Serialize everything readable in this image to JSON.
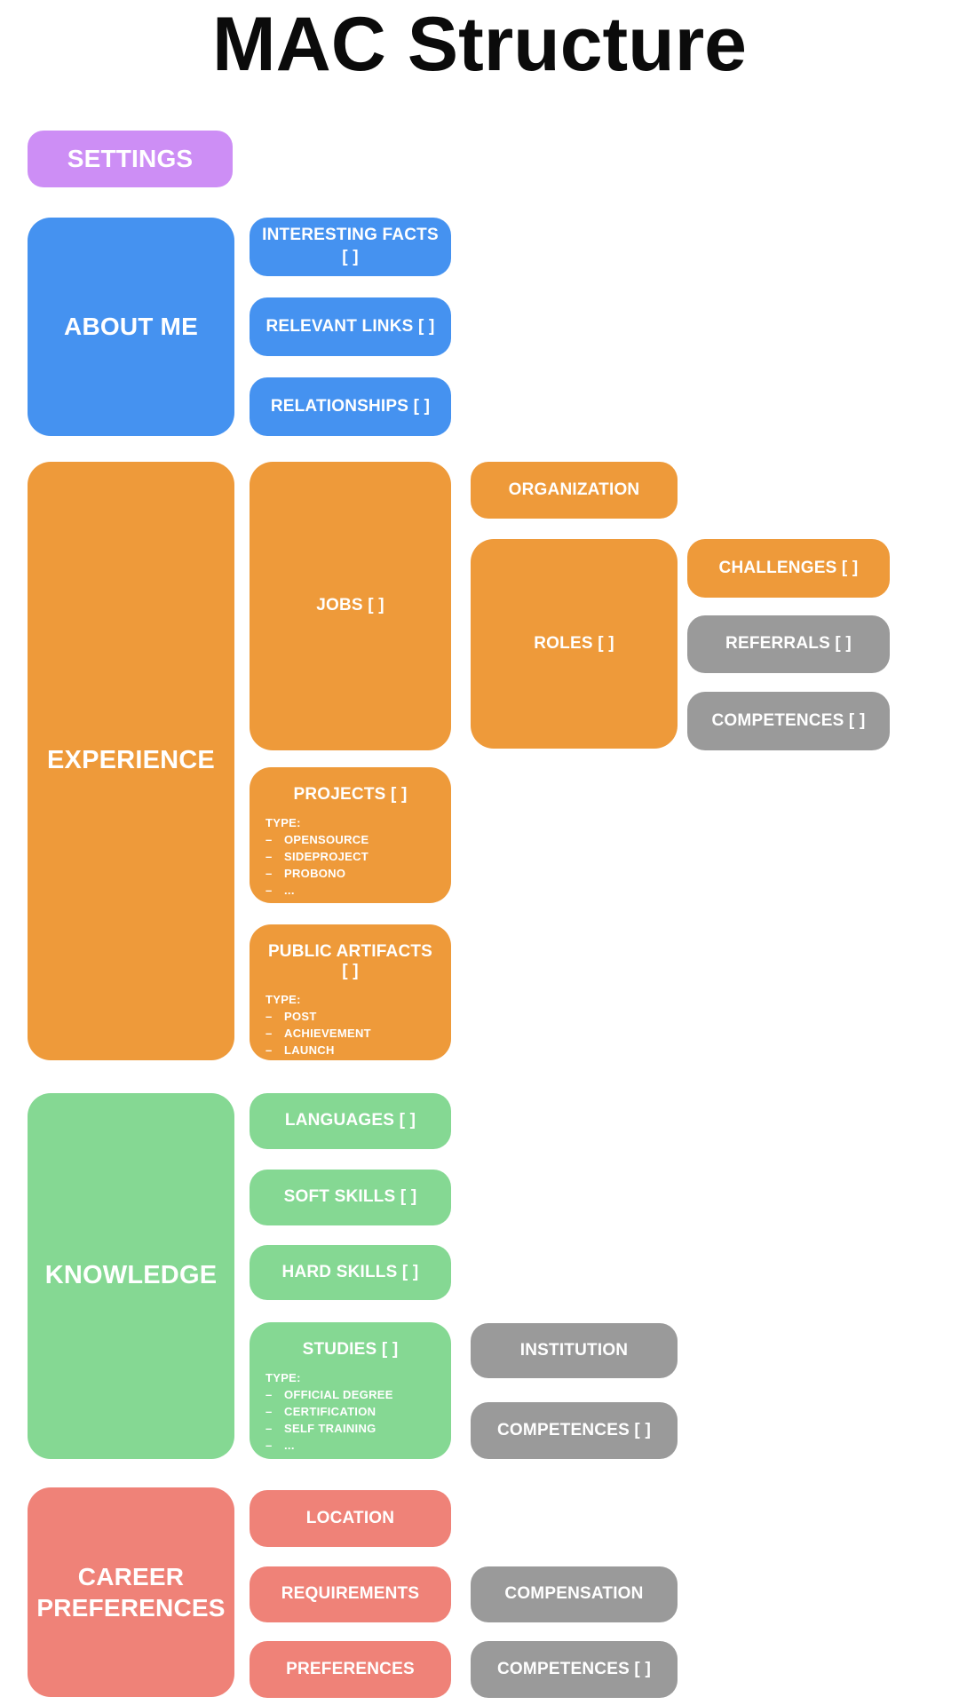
{
  "title": "MAC Structure",
  "ui": {
    "dash": "–"
  },
  "palette": {
    "purple": "#cd8ef5",
    "blue": "#4592f0",
    "orange": "#ee9a3a",
    "green": "#85d893",
    "salmon": "#ef8278",
    "gray": "#9a9a9a",
    "box_text": "#ffffff",
    "title_text": "#0b0b0b",
    "background": "#ffffff"
  },
  "nodes": {
    "settings": {
      "label": "SETTINGS"
    },
    "about_me": {
      "label": "ABOUT ME"
    },
    "interesting_facts": {
      "label": "INTERESTING FACTS [ ]"
    },
    "relevant_links": {
      "label": "RELEVANT LINKS [ ]"
    },
    "relationships": {
      "label": "RELATIONSHIPS [ ]"
    },
    "experience": {
      "label": "EXPERIENCE"
    },
    "jobs": {
      "label": "JOBS [ ]"
    },
    "projects": {
      "label": "PROJECTS [ ]",
      "type_label": "TYPE:",
      "type_items": [
        "OPENSOURCE",
        "SIDEPROJECT",
        "PROBONO",
        "..."
      ]
    },
    "public_artifacts": {
      "label": "PUBLIC ARTIFACTS [ ]",
      "type_label": "TYPE:",
      "type_items": [
        "POST",
        "ACHIEVEMENT",
        "LAUNCH",
        "..."
      ]
    },
    "organization": {
      "label": "ORGANIZATION"
    },
    "roles": {
      "label": "ROLES [ ]"
    },
    "challenges": {
      "label": "CHALLENGES [ ]"
    },
    "referrals": {
      "label": "REFERRALS [ ]"
    },
    "competences_experience": {
      "label": "COMPETENCES [ ]"
    },
    "knowledge": {
      "label": "KNOWLEDGE"
    },
    "languages": {
      "label": "LANGUAGES [ ]"
    },
    "soft_skills": {
      "label": "SOFT SKILLS [ ]"
    },
    "hard_skills": {
      "label": "HARD SKILLS [ ]"
    },
    "studies": {
      "label": "STUDIES [ ]",
      "type_label": "TYPE:",
      "type_items": [
        "OFFICIAL DEGREE",
        "CERTIFICATION",
        "SELF TRAINING",
        "..."
      ]
    },
    "institution": {
      "label": "INSTITUTION"
    },
    "competences_knowledge": {
      "label": "COMPETENCES [ ]"
    },
    "career_preferences": {
      "label": "CAREER PREFERENCES"
    },
    "location": {
      "label": "LOCATION"
    },
    "requirements": {
      "label": "REQUIREMENTS"
    },
    "preferences": {
      "label": "PREFERENCES"
    },
    "compensation": {
      "label": "COMPENSATION"
    },
    "competences_career": {
      "label": "COMPETENCES [ ]"
    }
  }
}
